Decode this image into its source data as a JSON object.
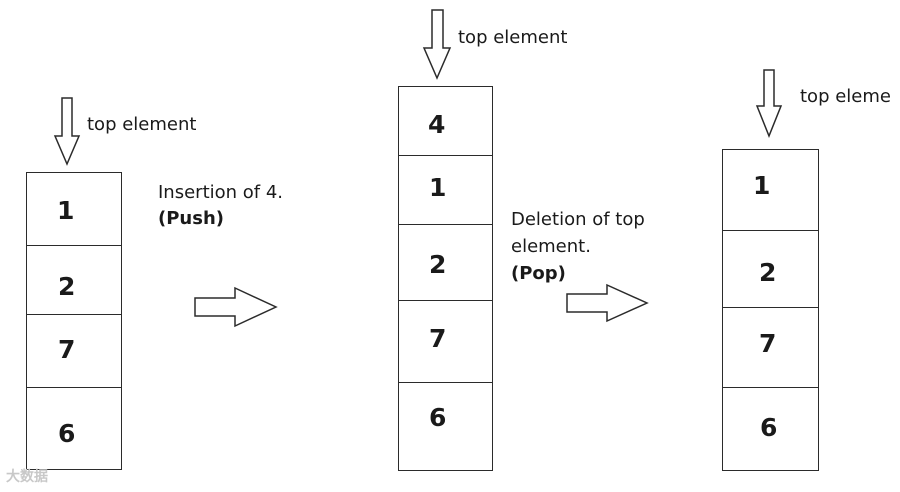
{
  "stack_before": {
    "top_label": "top element",
    "cells": [
      "1",
      "2",
      "7",
      "6"
    ]
  },
  "push_note": {
    "line1": "Insertion of 4.",
    "line2": "(Push)"
  },
  "stack_after_push": {
    "top_label": "top element",
    "cells": [
      "4",
      "1",
      "2",
      "7",
      "6"
    ]
  },
  "pop_note": {
    "line1": "Deletion of top",
    "line2": "element.",
    "line3": "(Pop)"
  },
  "stack_after_pop": {
    "top_label": "top eleme",
    "cells": [
      "1",
      "2",
      "7",
      "6"
    ]
  },
  "watermark": "大数据"
}
